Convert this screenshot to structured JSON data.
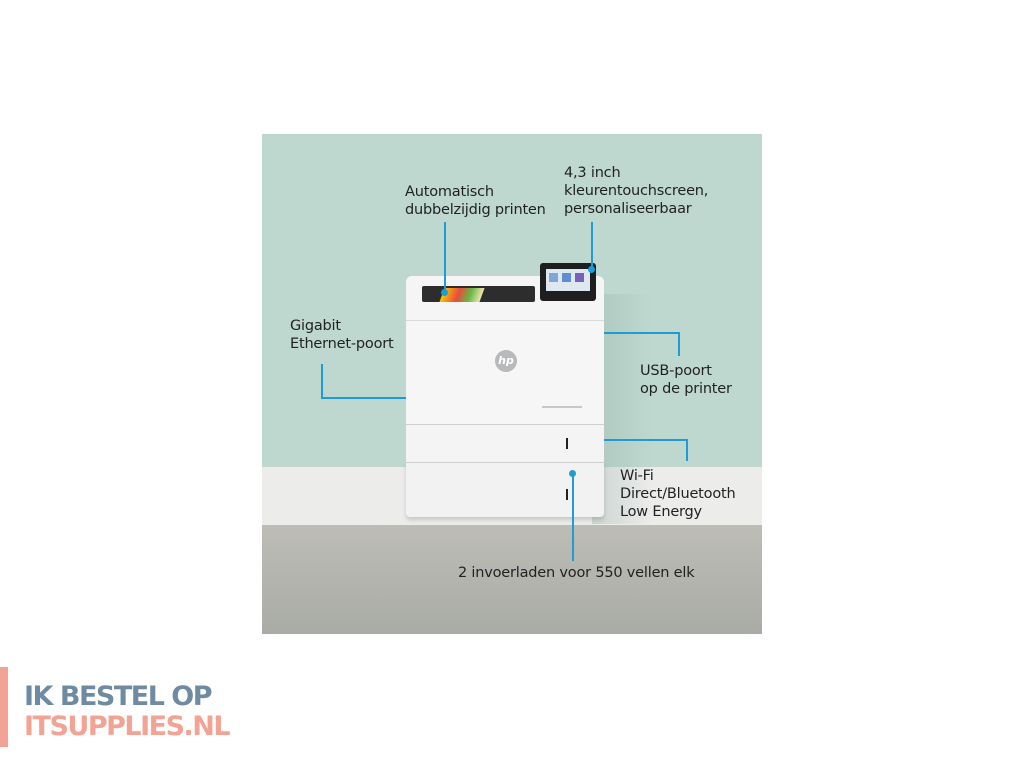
{
  "product_image": {
    "annotations": {
      "duplex": [
        "Automatisch",
        "dubbelzijdig printen"
      ],
      "touchscreen": [
        "4,3 inch",
        "kleurentouchscreen,",
        "personaliseerbaar"
      ],
      "ethernet": [
        "Gigabit",
        "Ethernet-poort"
      ],
      "usb": [
        "USB-poort",
        "op de printer"
      ],
      "wireless": [
        "Wi-Fi",
        "Direct/Bluetooth",
        "Low Energy"
      ],
      "trays": "2 invoerladen voor 550 vellen elk"
    },
    "printer": {
      "brand_logo": "hp"
    },
    "colors": {
      "callout_line": "#1f9bd5",
      "wall": "#bfd8cf",
      "shelf": "#ececeb",
      "floor": "#b3b5af"
    }
  },
  "site_logo": {
    "line1": "IK BESTEL OP",
    "line2": "ITSUPPLIES.NL",
    "color_primary": "#6f8ba3",
    "color_accent": "#f3a394"
  }
}
